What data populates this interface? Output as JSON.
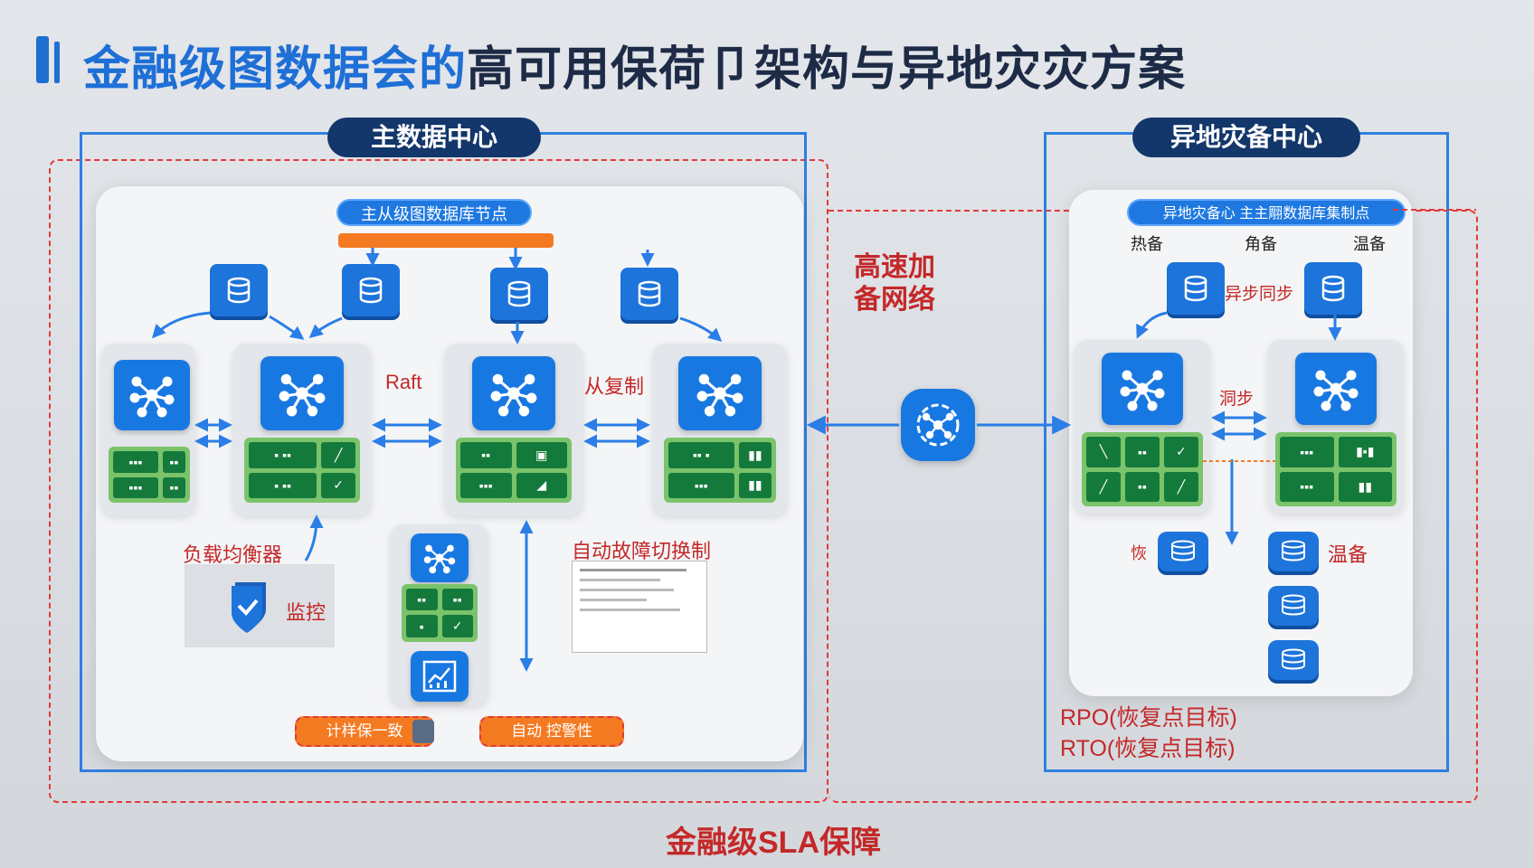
{
  "title": {
    "part1": "金融级图数据会的",
    "part2": "高可用保荷卩架构与异地灾灾方案"
  },
  "main_center": {
    "header": "主数据中心",
    "node_pill": "主从级图数据库节点",
    "labels": {
      "raft": "Raft",
      "replication": "从复制",
      "load_balancer": "负载均衡器",
      "monitor": "监控",
      "failover": "自动故障切换制"
    },
    "bottom_pills": {
      "consistency": "计样保一致",
      "auto_control": "自动 控警性"
    }
  },
  "network": {
    "label_line1": "高速加",
    "label_line2": "备网络"
  },
  "dr_center": {
    "header": "异地灾备中心",
    "node_pill": "异地灾备心 主主翢数据库集制点",
    "modes": [
      "热备",
      "角备",
      "温备"
    ],
    "labels": {
      "async": "异步同步",
      "sync": "洞步",
      "restore": "恢",
      "warm": "温备"
    },
    "rpo": "RPO(恢复点目标)",
    "rto": "RTO(恢复点目标)"
  },
  "footer": "金融级SLA保障",
  "colors": {
    "accent": "#1e6fd6",
    "header_bg": "#13366b",
    "alert_red": "#c42828",
    "dash_red": "#e23a3a",
    "orange": "#f47a22",
    "green": "#7ac36a"
  },
  "icons": [
    "database-icon",
    "network-hub-icon",
    "shield-check-icon",
    "chart-icon",
    "globe-network-icon"
  ]
}
